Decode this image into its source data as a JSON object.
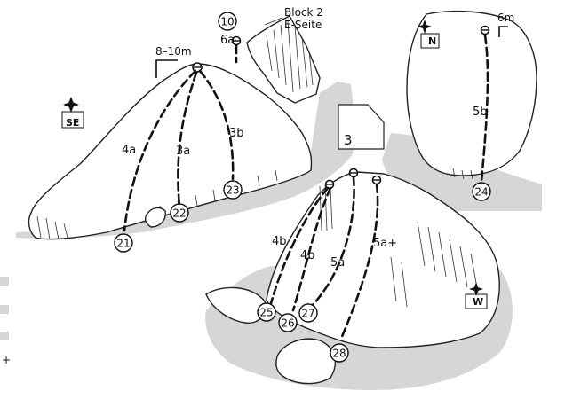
{
  "block_label": "Block 2",
  "block_sublabel": "E-Seite",
  "sector_number": "3",
  "heights": [
    "8–10m",
    "6m"
  ],
  "compass": {
    "se": "SE",
    "n": "N",
    "w": "W"
  },
  "routes": [
    {
      "number": "10",
      "grade": "6a"
    },
    {
      "number": "21",
      "grade": "4a"
    },
    {
      "number": "22",
      "grade": "3a"
    },
    {
      "number": "23",
      "grade": "3b"
    },
    {
      "number": "24",
      "grade": "5b"
    },
    {
      "number": "25",
      "grade": "4b"
    },
    {
      "number": "26",
      "grade": "4b"
    },
    {
      "number": "27",
      "grade": "5a"
    },
    {
      "number": "28",
      "grade": "5a+"
    }
  ],
  "edge_marks": [
    "+"
  ],
  "colors": {
    "ground": "#d6d6d6",
    "ink": "#111111"
  }
}
